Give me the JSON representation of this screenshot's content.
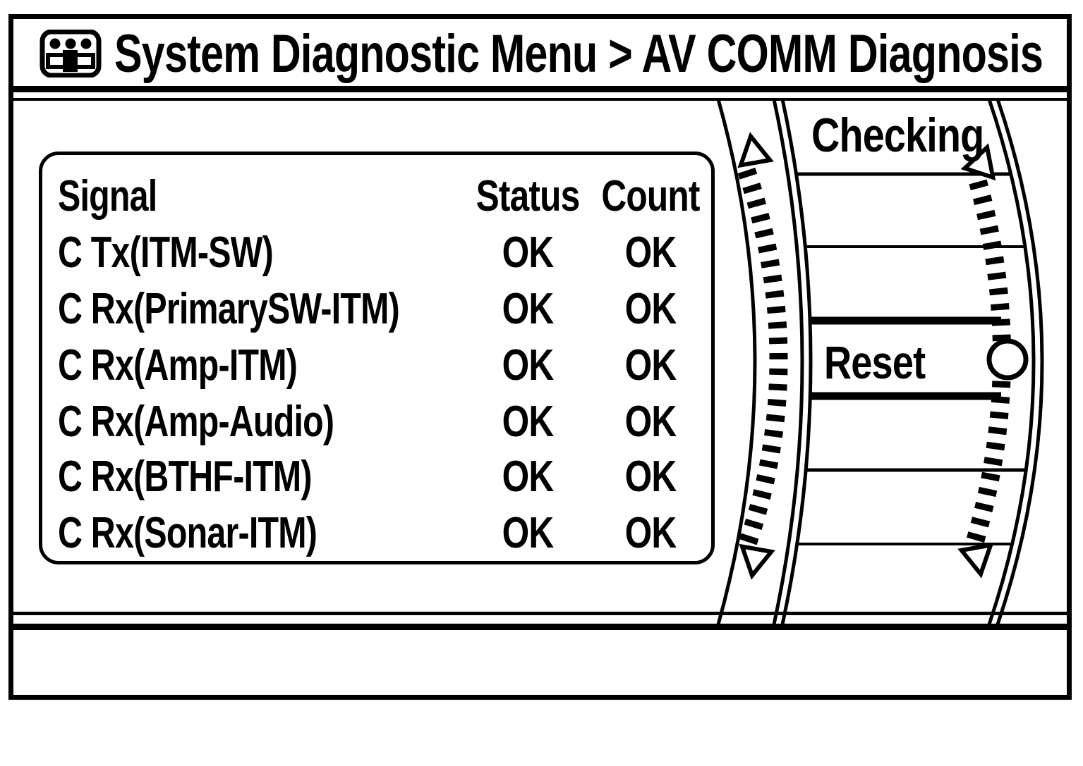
{
  "title_bar": {
    "icon": "head-unit-icon",
    "title": "System Diagnostic Menu > AV COMM Diagnosis"
  },
  "signal_table": {
    "headers": [
      "Signal",
      "Status",
      "Count"
    ],
    "rows": [
      {
        "signal": "C Tx(ITM-SW)",
        "status": "OK",
        "count": "OK"
      },
      {
        "signal": "C Rx(PrimarySW-ITM)",
        "status": "OK",
        "count": "OK"
      },
      {
        "signal": "C Rx(Amp-ITM)",
        "status": "OK",
        "count": "OK"
      },
      {
        "signal": "C Rx(Amp-Audio)",
        "status": "OK",
        "count": "OK"
      },
      {
        "signal": "C Rx(BTHF-ITM)",
        "status": "OK",
        "count": "OK"
      },
      {
        "signal": "C Rx(Sonar-ITM)",
        "status": "OK",
        "count": "OK"
      }
    ]
  },
  "side_menu": {
    "items": [
      {
        "label": "Checking",
        "selected": false
      },
      {
        "label": "",
        "selected": false
      },
      {
        "label": "",
        "selected": false
      },
      {
        "label": "Reset",
        "selected": true,
        "radio": true
      },
      {
        "label": "",
        "selected": false
      },
      {
        "label": "",
        "selected": false
      },
      {
        "label": "",
        "selected": false
      }
    ],
    "scroll_indicators": [
      "up",
      "down"
    ]
  },
  "colors": {
    "ink": "#000000",
    "background": "#ffffff"
  }
}
